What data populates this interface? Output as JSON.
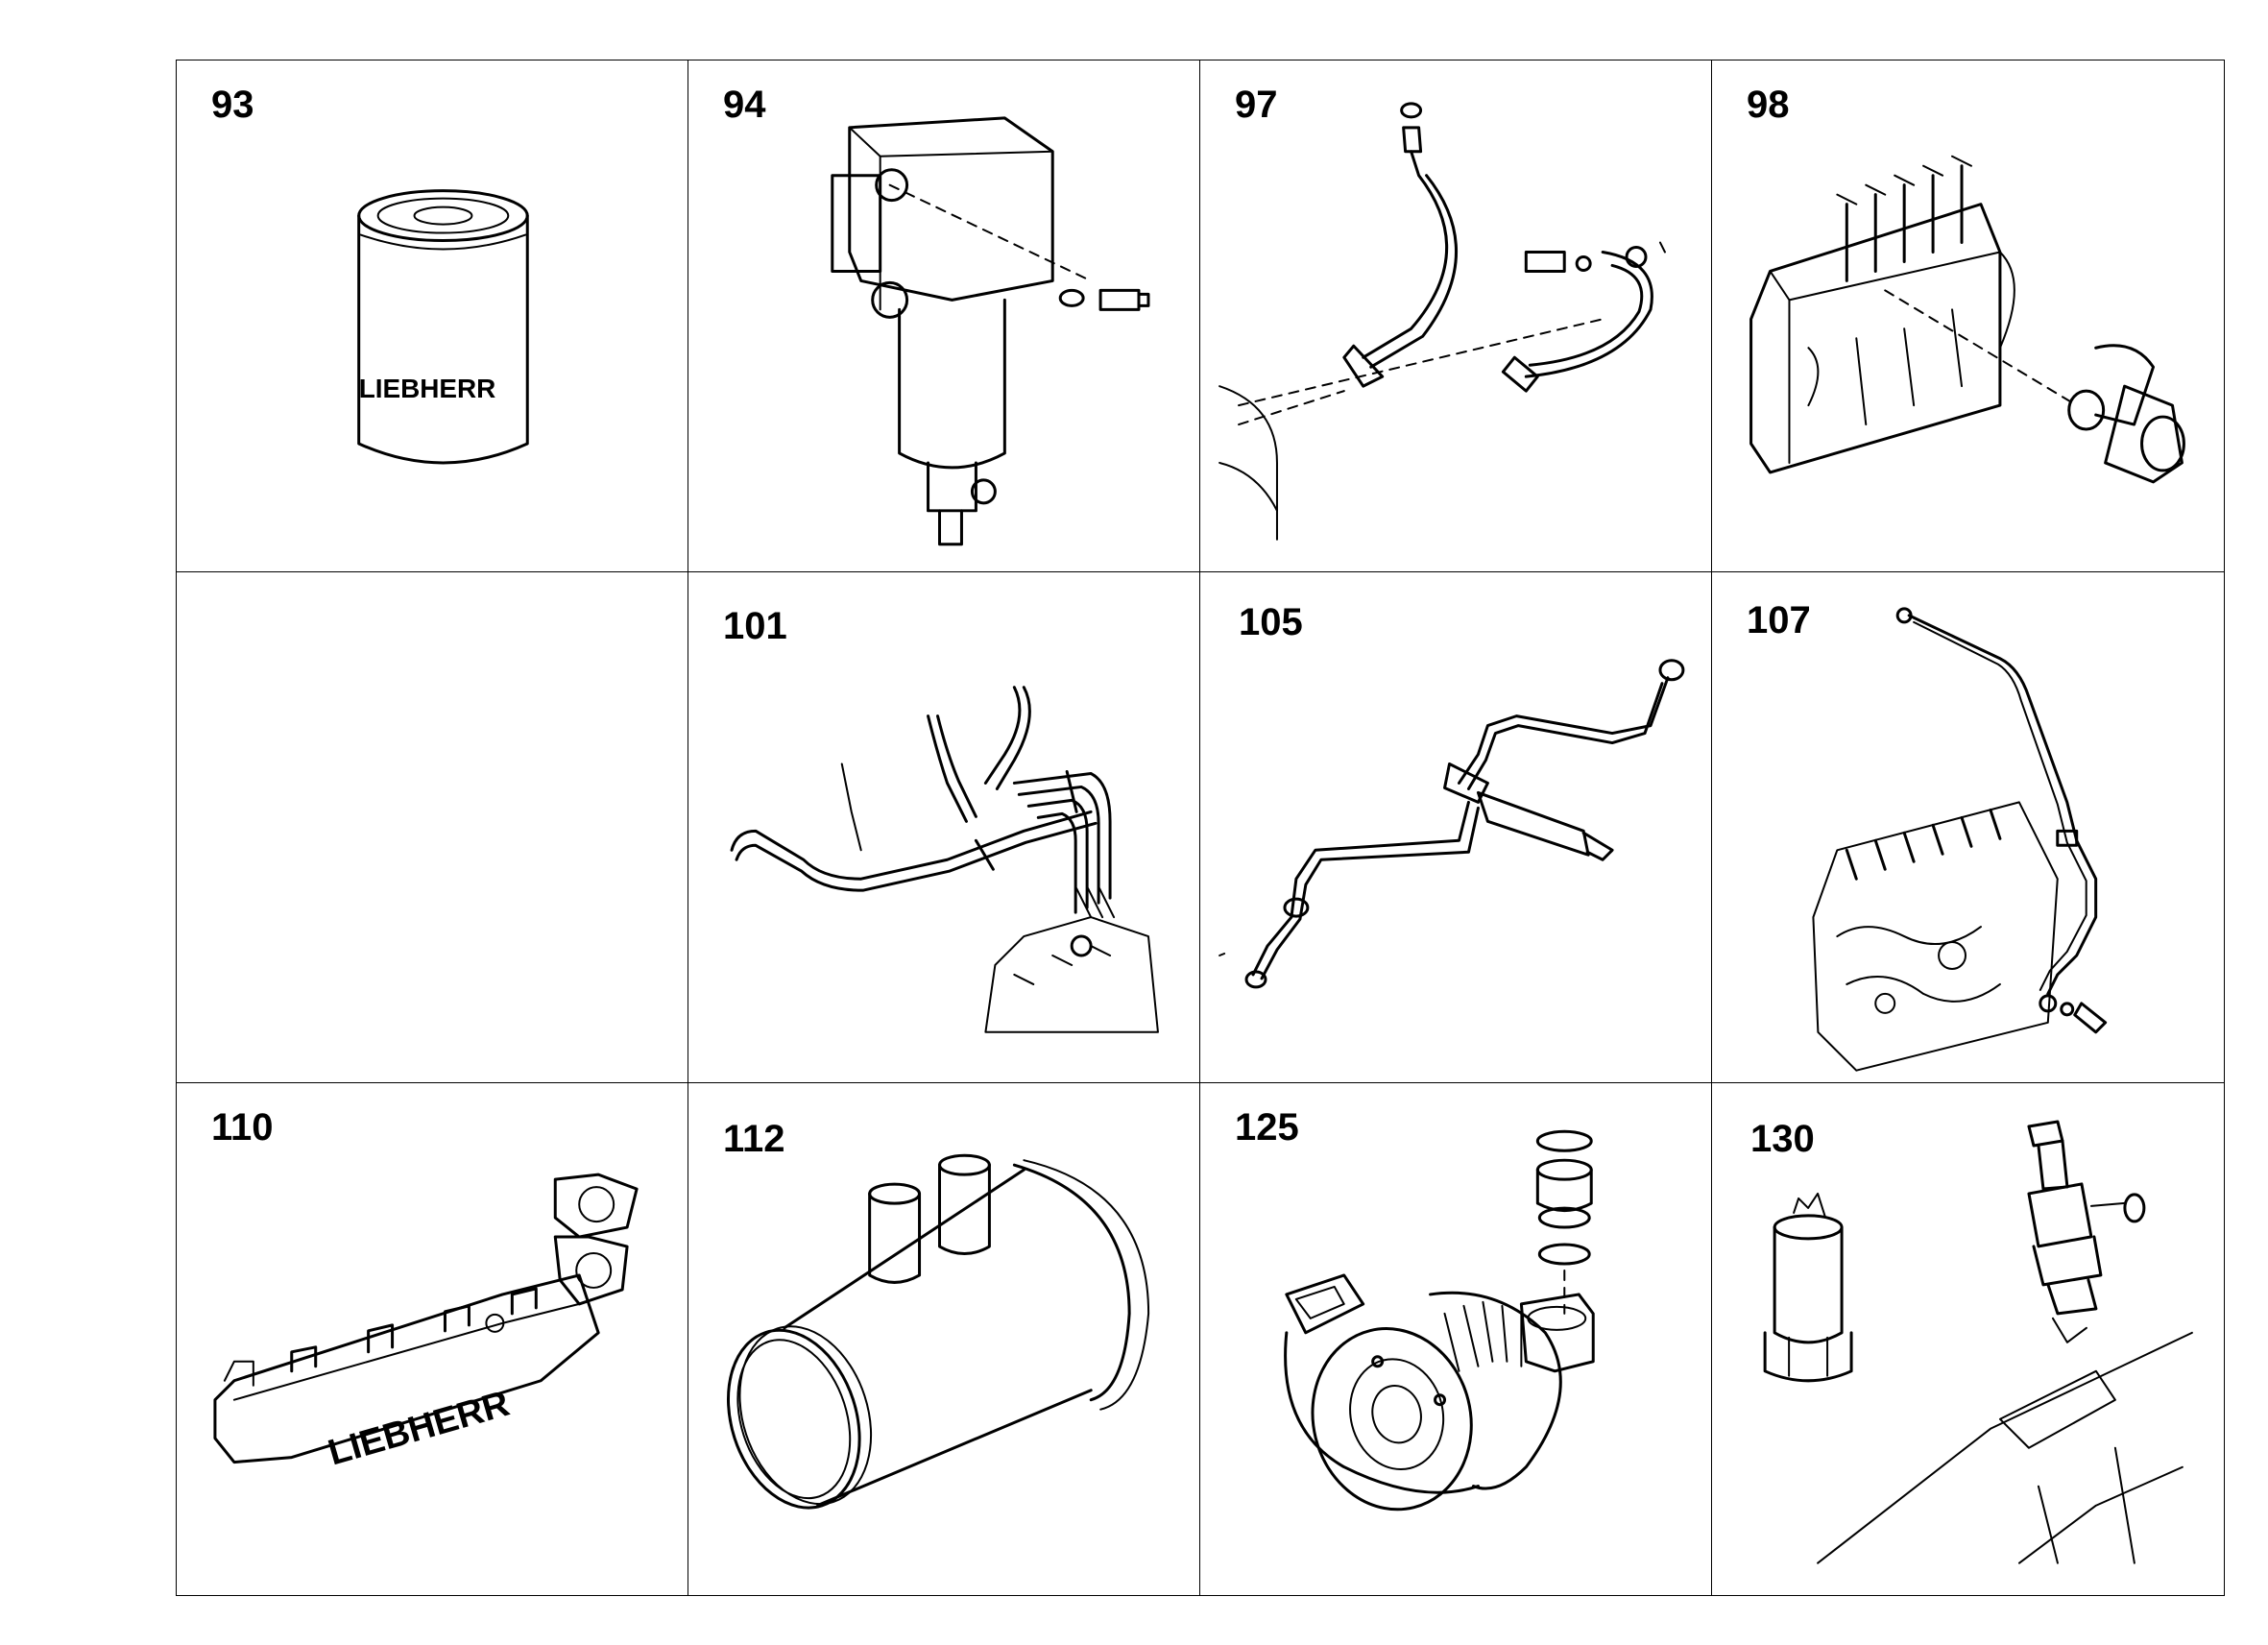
{
  "parts": [
    {
      "number": "93",
      "icon": "oil-filter-icon",
      "brand": "LIEBHERR"
    },
    {
      "number": "94",
      "icon": "fuel-prefilter-water-separator-icon"
    },
    {
      "number": "97",
      "icon": "fuel-hoses-icon"
    },
    {
      "number": "98",
      "icon": "injection-pump-fitting-icon"
    },
    {
      "number": "",
      "icon": ""
    },
    {
      "number": "101",
      "icon": "injection-lines-icon"
    },
    {
      "number": "105",
      "icon": "injector-leak-line-icon"
    },
    {
      "number": "107",
      "icon": "pump-oil-line-icon"
    },
    {
      "number": "110",
      "icon": "exhaust-manifold-icon",
      "brand": "LIEBHERR"
    },
    {
      "number": "112",
      "icon": "intake-pipe-icon"
    },
    {
      "number": "125",
      "icon": "turbocharger-icon"
    },
    {
      "number": "130",
      "icon": "sensor-and-injector-icon"
    }
  ]
}
